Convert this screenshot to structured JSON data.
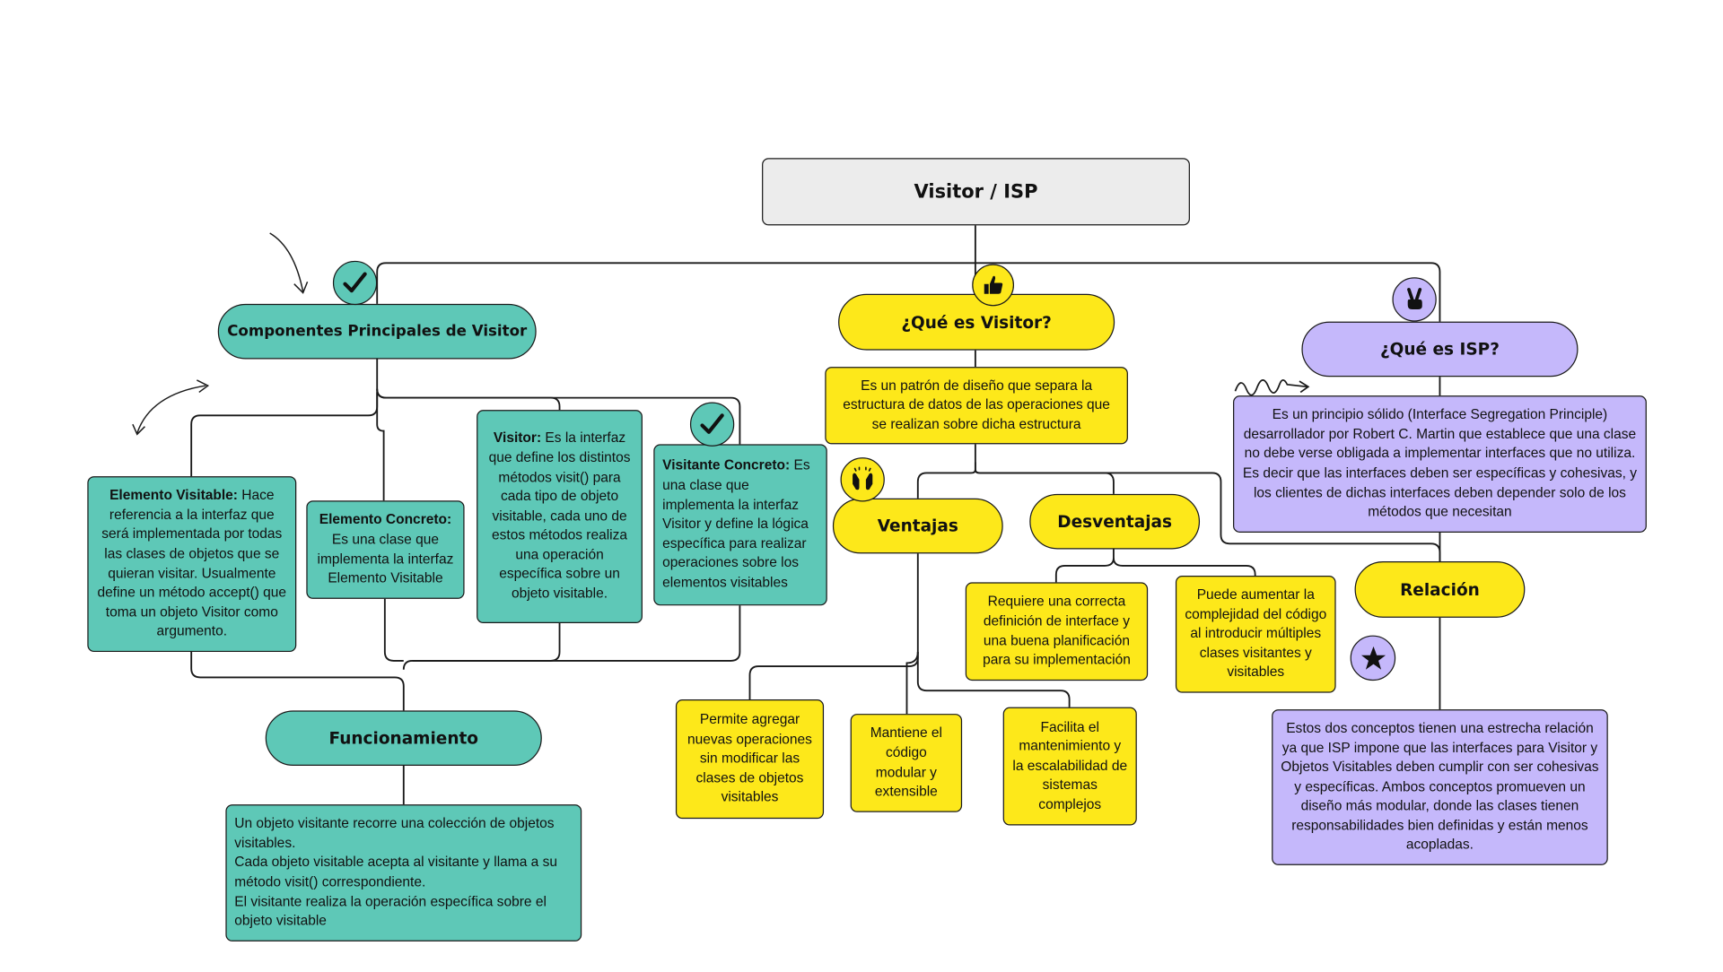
{
  "title": "Visitor / ISP",
  "components": {
    "heading": "Componentes Principales de Visitor",
    "elemento_visitable": {
      "term": "Elemento Visitable:",
      "text": " Hace referencia a la interfaz que será implementada por todas las clases de objetos que se quieran visitar. Usualmente define un método accept() que toma un objeto Visitor como argumento."
    },
    "elemento_concreto": {
      "term": "Elemento Concreto:",
      "text": " Es una clase que implementa la interfaz Elemento Visitable"
    },
    "visitor": {
      "term": "Visitor:",
      "text": " Es la interfaz que define los distintos métodos visit() para cada tipo de objeto visitable, cada uno de estos métodos realiza una operación específica sobre un objeto visitable."
    },
    "visitante_concreto": {
      "term": "Visitante Concreto:",
      "text": " Es una clase que implementa la interfaz Visitor y define la lógica específica para realizar operaciones sobre los elementos visitables"
    }
  },
  "funcionamiento": {
    "heading": "Funcionamiento",
    "lines": [
      "Un objeto visitante recorre una colección de objetos visitables.",
      "Cada objeto visitable acepta al visitante y llama a su método visit() correspondiente.",
      "El visitante realiza la operación específica sobre el objeto visitable"
    ]
  },
  "que_es_visitor": {
    "heading": "¿Qué es Visitor?",
    "text": "Es un patrón de diseño que separa la estructura de datos de las operaciones que se realizan sobre dicha estructura"
  },
  "ventajas": {
    "heading": "Ventajas",
    "items": [
      "Permite agregar nuevas operaciones sin modificar las clases de objetos visitables",
      "Mantiene el código modular y extensible",
      "Facilita el mantenimiento y la escalabilidad de sistemas complejos"
    ]
  },
  "desventajas": {
    "heading": "Desventajas",
    "items": [
      "Requiere una correcta definición de interface y una buena planificación para su implementación",
      "Puede aumentar la complejidad del código al introducir múltiples clases visitantes y visitables"
    ]
  },
  "que_es_isp": {
    "heading": "¿Qué es ISP?",
    "text": "Es un principio sólido (Interface Segregation Principle) desarrollador por Robert C. Martin que establece que una clase no debe verse obligada a implementar interfaces que no utiliza. Es decir que las interfaces deben ser específicas y cohesivas, y los clientes de dichas interfaces deben depender solo de los métodos que necesitan"
  },
  "relacion": {
    "heading": "Relación",
    "text": "Estos dos conceptos tienen una estrecha relación ya que ISP impone que las interfaces para Visitor y Objetos Visitables deben cumplir con ser cohesivas y específicas. Ambos conceptos promueven un diseño más modular, donde las clases tienen responsabilidades bien definidas y están menos acopladas."
  },
  "colors": {
    "teal": "#5ec8b7",
    "yellow": "#fde81a",
    "purple": "#c5b8fb",
    "gray": "#ececec",
    "stroke": "#1a1a1a"
  },
  "icons": [
    "check-icon",
    "thumbs-up-icon",
    "peace-hand-icon",
    "raised-hands-icon",
    "star-icon",
    "curved-arrow-icon",
    "squiggle-icon"
  ]
}
